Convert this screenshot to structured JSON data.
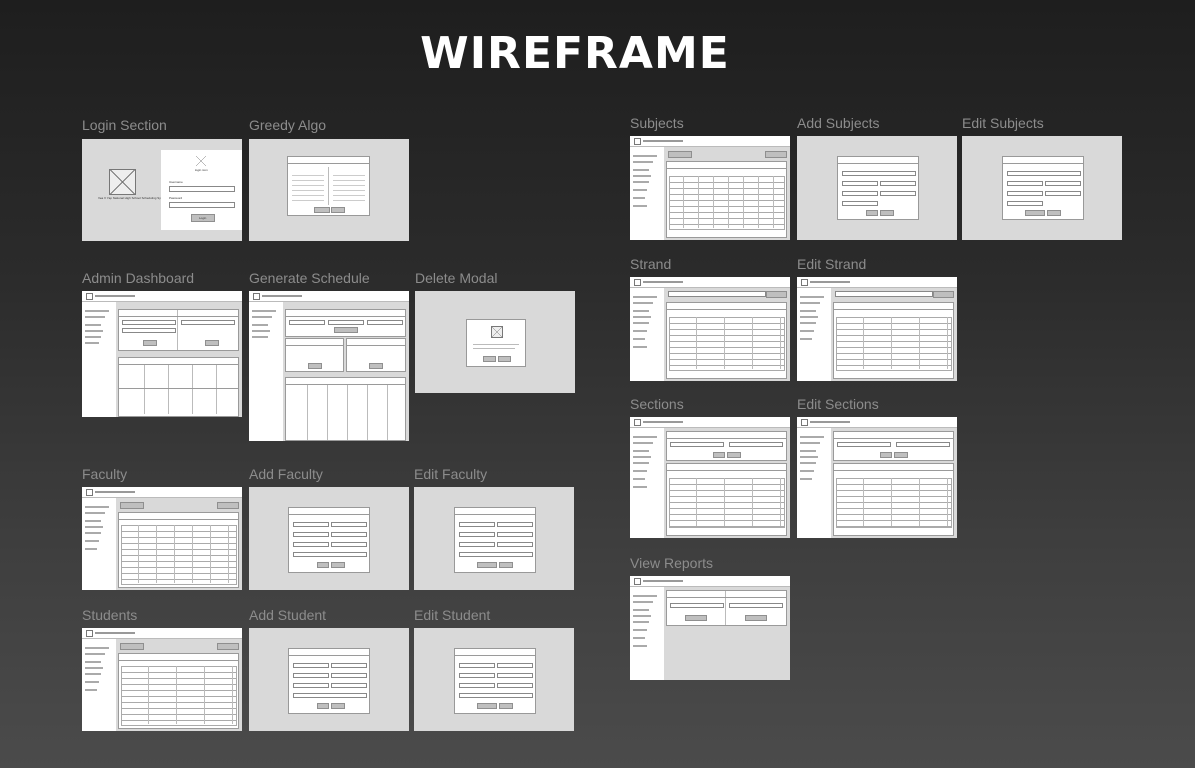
{
  "title": "WIREFRAME",
  "frames": {
    "login": {
      "label": "Login Section",
      "heading": "login icon",
      "username_label": "Username",
      "password_label": "Password",
      "login_button": "Login",
      "school_text": "Vea V Yap National High School Scheduling System"
    },
    "greedy": {
      "label": "Greedy Algo"
    },
    "admin_dashboard": {
      "label": "Admin Dashboard"
    },
    "generate_schedule": {
      "label": "Generate Schedule"
    },
    "delete_modal": {
      "label": "Delete Modal"
    },
    "faculty": {
      "label": "Faculty"
    },
    "add_faculty": {
      "label": "Add Faculty"
    },
    "edit_faculty": {
      "label": "Edit Faculty"
    },
    "students": {
      "label": "Students"
    },
    "add_student": {
      "label": "Add Student"
    },
    "edit_student": {
      "label": "Edit Student"
    },
    "subjects": {
      "label": "Subjects"
    },
    "add_subjects": {
      "label": "Add Subjects"
    },
    "edit_subjects": {
      "label": "Edit Subjects"
    },
    "strand": {
      "label": "Strand"
    },
    "edit_strand": {
      "label": "Edit Strand"
    },
    "sections": {
      "label": "Sections"
    },
    "edit_sections": {
      "label": "Edit Sections"
    },
    "view_reports": {
      "label": "View Reports"
    }
  }
}
